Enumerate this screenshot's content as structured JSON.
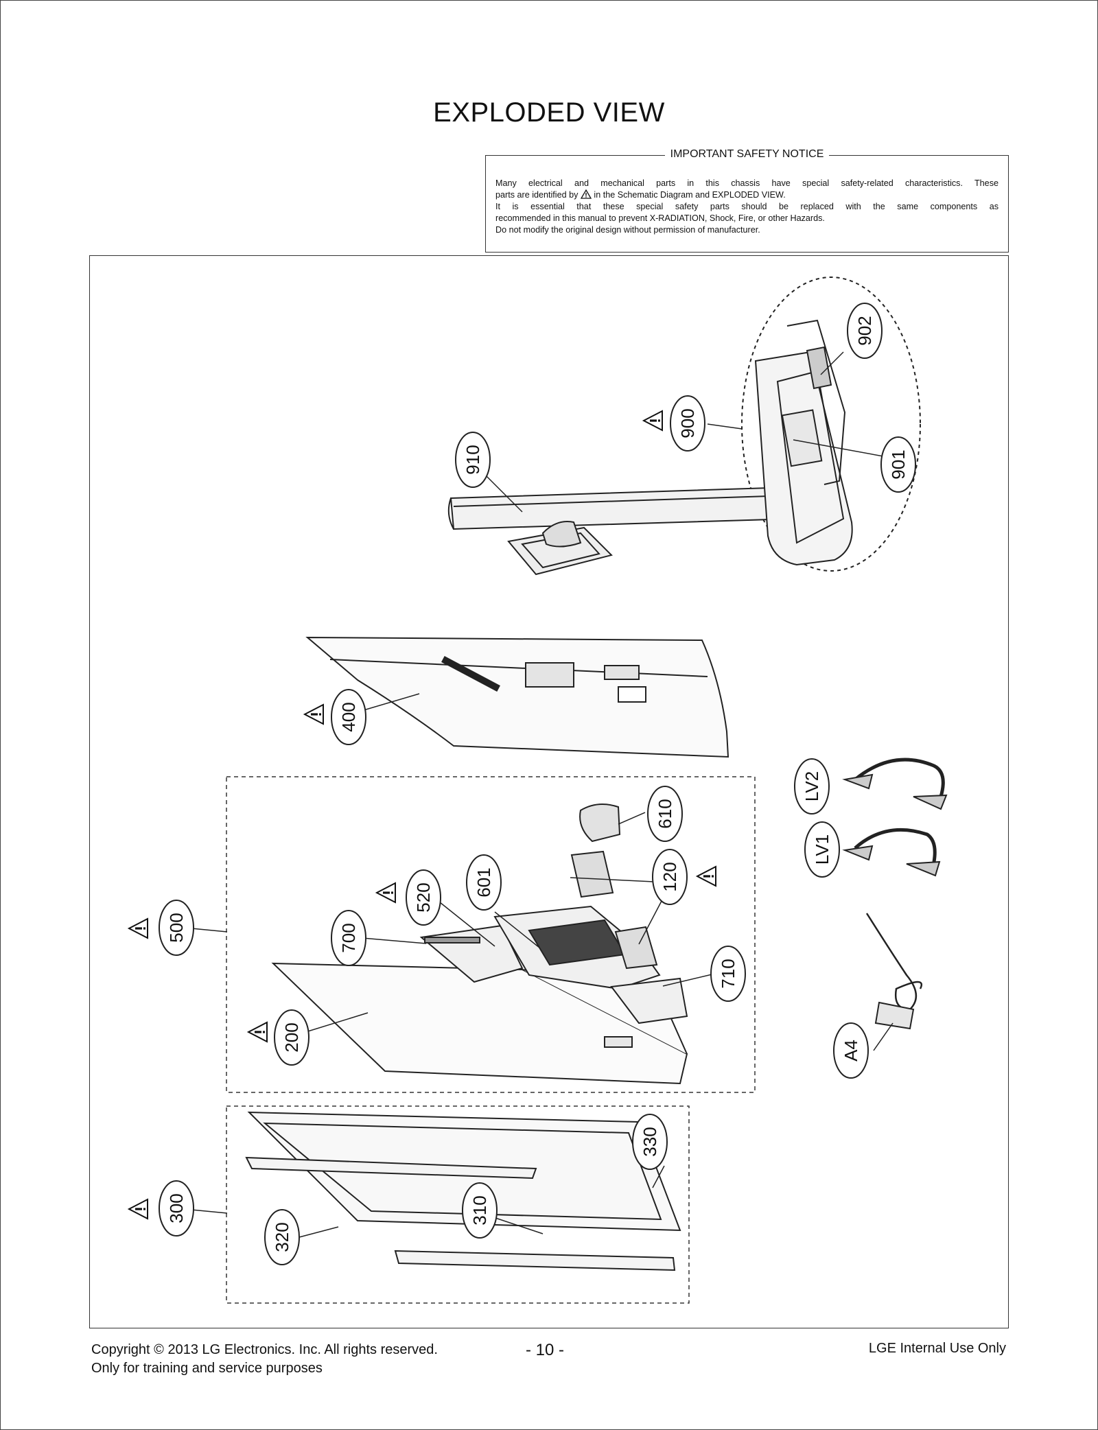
{
  "title": "EXPLODED VIEW",
  "notice": {
    "heading": "IMPORTANT SAFETY NOTICE",
    "line1": "Many electrical and mechanical parts in this chassis have special safety-related characteristics. These",
    "line2a": "parts are identified by",
    "line2b": "in the Schematic Diagram and EXPLODED VIEW.",
    "line3": "It is essential that these special safety parts should be replaced with the same components as",
    "line4": "recommended in this manual to prevent X-RADIATION, Shock, Fire, or other Hazards.",
    "line5": "Do not modify the original design without permission of manufacturer."
  },
  "callouts": {
    "c902": "902",
    "c900": "900",
    "c901": "901",
    "c910": "910",
    "c400": "400",
    "cLV2": "LV2",
    "cLV1": "LV1",
    "c610": "610",
    "c601": "601",
    "c120": "120",
    "c520": "520",
    "c500": "500",
    "c700": "700",
    "c710": "710",
    "c200": "200",
    "cA4": "A4",
    "c330": "330",
    "c310": "310",
    "c300": "300",
    "c320": "320"
  },
  "footer": {
    "copyright": "Copyright  © 2013  LG Electronics. Inc. All rights reserved.",
    "purpose": "Only for training and service purposes",
    "page_number": "- 10 -",
    "internal": "LGE Internal Use Only"
  }
}
